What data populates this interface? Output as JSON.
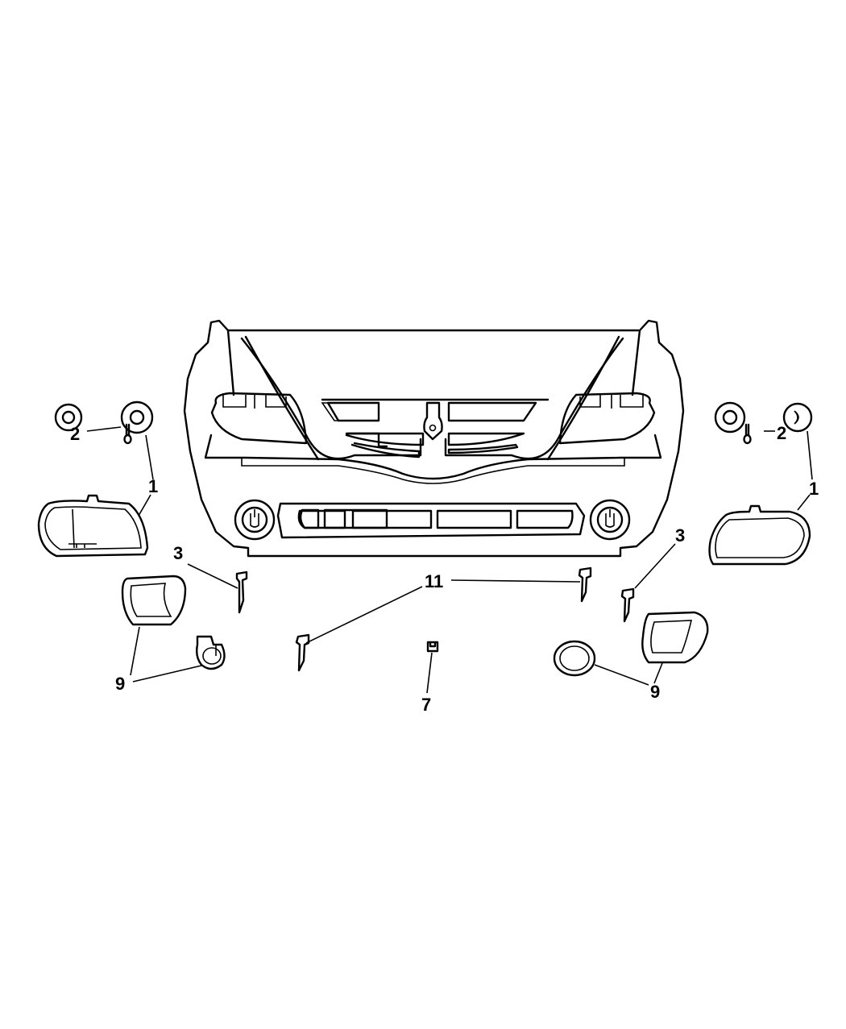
{
  "diagram": {
    "title": "Front fascia exploded parts view",
    "callouts": {
      "c1_left": "1",
      "c1_right": "1",
      "c2_left": "2",
      "c2_right": "2",
      "c3_left": "3",
      "c3_right": "3",
      "c7": "7",
      "c9_left": "9",
      "c9_right": "9",
      "c11": "11"
    }
  }
}
